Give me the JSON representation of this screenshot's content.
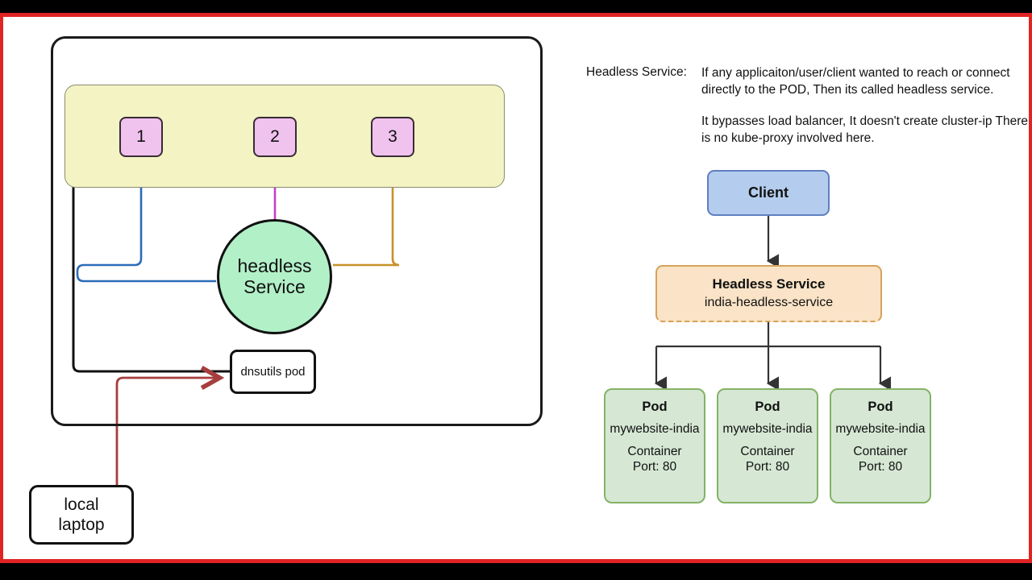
{
  "frame": {
    "outer_color": "#000000",
    "accent_border_color": "#e02424",
    "canvas_color": "#ffffff"
  },
  "left_diagram": {
    "cluster_label": "",
    "node_pool_color": "#f3f3c4",
    "pods": [
      {
        "label": "1",
        "arrow_color": "#2b6cb8"
      },
      {
        "label": "2",
        "arrow_color": "#c33fc3"
      },
      {
        "label": "3",
        "arrow_color": "#c8912a"
      }
    ],
    "service_circle": {
      "line1": "headless",
      "line2": "Service",
      "color": "#b2f0c8"
    },
    "dnsutils": {
      "label": "dnsutils pod"
    },
    "laptop": {
      "line1": "local",
      "line2": "laptop"
    },
    "laptop_arrow_color": "#a63e3e"
  },
  "notes": {
    "label": "Headless Service:",
    "paragraph1": "If any applicaiton/user/client wanted to reach or connect directly to the POD, Then its called headless service.",
    "paragraph2": "It bypasses load balancer, It doesn't create cluster-ip There is no kube-proxy involved here."
  },
  "right_diagram": {
    "client": {
      "label": "Client",
      "fill": "#b4cdee",
      "stroke": "#5f7fbf"
    },
    "service": {
      "title": "Headless Service",
      "name": "india-headless-service",
      "fill": "#fae3c6",
      "stroke": "#d4a25c",
      "bottom_border": "dashed"
    },
    "pods": [
      {
        "title": "Pod",
        "name": "mywebsite-india",
        "container": "Container",
        "port": "Port: 80"
      },
      {
        "title": "Pod",
        "name": "mywebsite-india",
        "container": "Container",
        "port": "Port: 80"
      },
      {
        "title": "Pod",
        "name": "mywebsite-india",
        "container": "Container",
        "port": "Port: 80"
      }
    ],
    "pod_fill": "#d6e8d4",
    "pod_stroke": "#83b366",
    "connector_color": "#333333"
  }
}
